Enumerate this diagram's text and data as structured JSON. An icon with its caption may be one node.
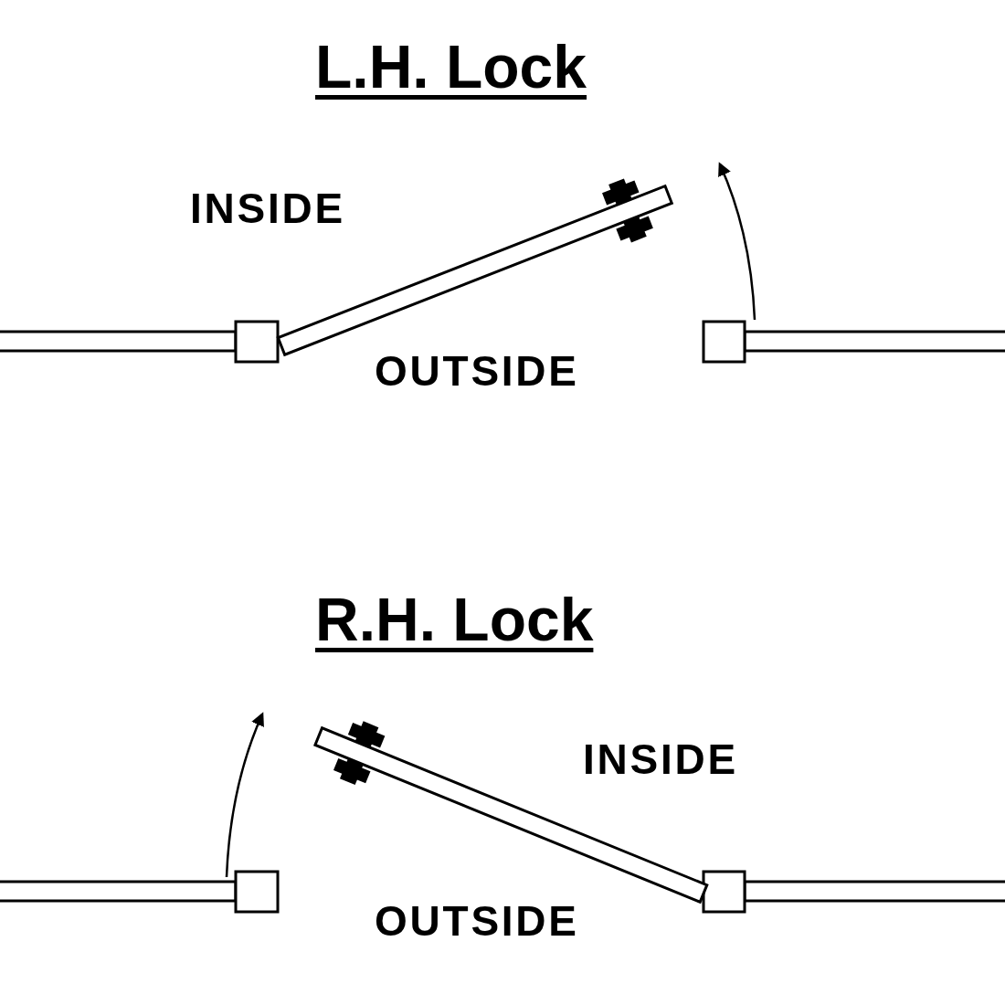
{
  "diagram": {
    "labels": [
      "L.H. Lock",
      "INSIDE",
      "OUTSIDE",
      "R.H. Lock",
      "INSIDE",
      "OUTSIDE"
    ]
  }
}
